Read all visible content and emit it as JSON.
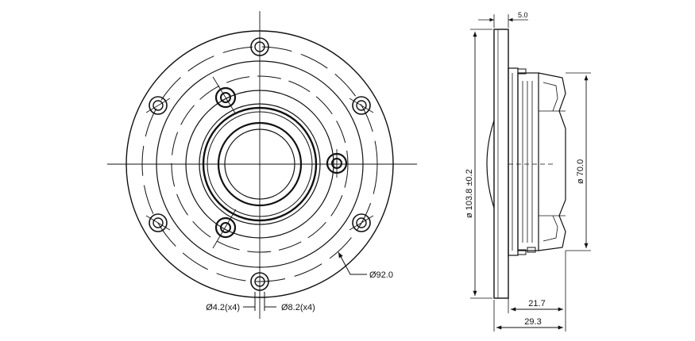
{
  "front_view": {
    "dims": {
      "outer_ring_dia": "Ø92.0",
      "hole_small": "Ø4.2(x4)",
      "hole_large": "Ø8.2(x4)"
    }
  },
  "side_view": {
    "dims": {
      "flange_thickness": "5.0",
      "overall_diameter": "ø 103.8 ±0.2",
      "body_diameter": "ø 70.0",
      "depth_body": "21.7",
      "depth_total": "29.3"
    }
  }
}
